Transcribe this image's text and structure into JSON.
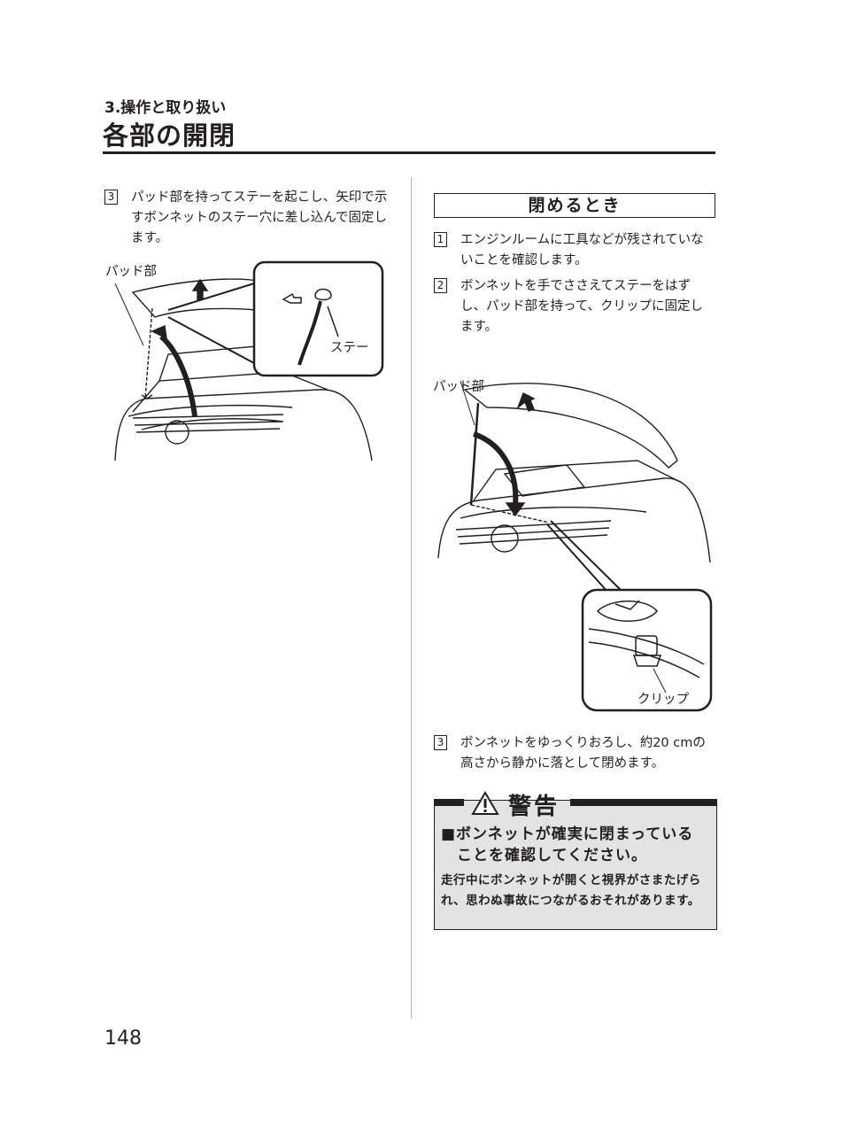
{
  "header": {
    "section": "3.操作と取り扱い",
    "title": "各部の開閉"
  },
  "left": {
    "step3": {
      "num": "3",
      "text": "パッド部を持ってステーを起こし、矢印で示すボンネットのステー穴に差し込んで固定します。"
    },
    "labels": {
      "pad": "パッド部",
      "stay": "ステー"
    }
  },
  "right": {
    "heading": "閉めるとき",
    "step1": {
      "num": "1",
      "text": "エンジンルームに工具などが残されていないことを確認します。"
    },
    "step2": {
      "num": "2",
      "text": "ボンネットを手でささえてステーをはずし、パッド部を持って、クリップに固定します。"
    },
    "labels": {
      "pad": "パッド部",
      "clip": "クリップ"
    },
    "step3": {
      "num": "3",
      "text": "ボンネットをゆっくりおろし、約20 cmの高さから静かに落として閉めます。"
    }
  },
  "warning": {
    "title": "警告",
    "heading_line1": "■ボンネットが確実に閉まっている",
    "heading_line2": "ことを確認してください。",
    "body": "走行中にボンネットが開くと視界がさまたげられ、思わぬ事故につながるおそれがあります。"
  },
  "page_number": "148"
}
